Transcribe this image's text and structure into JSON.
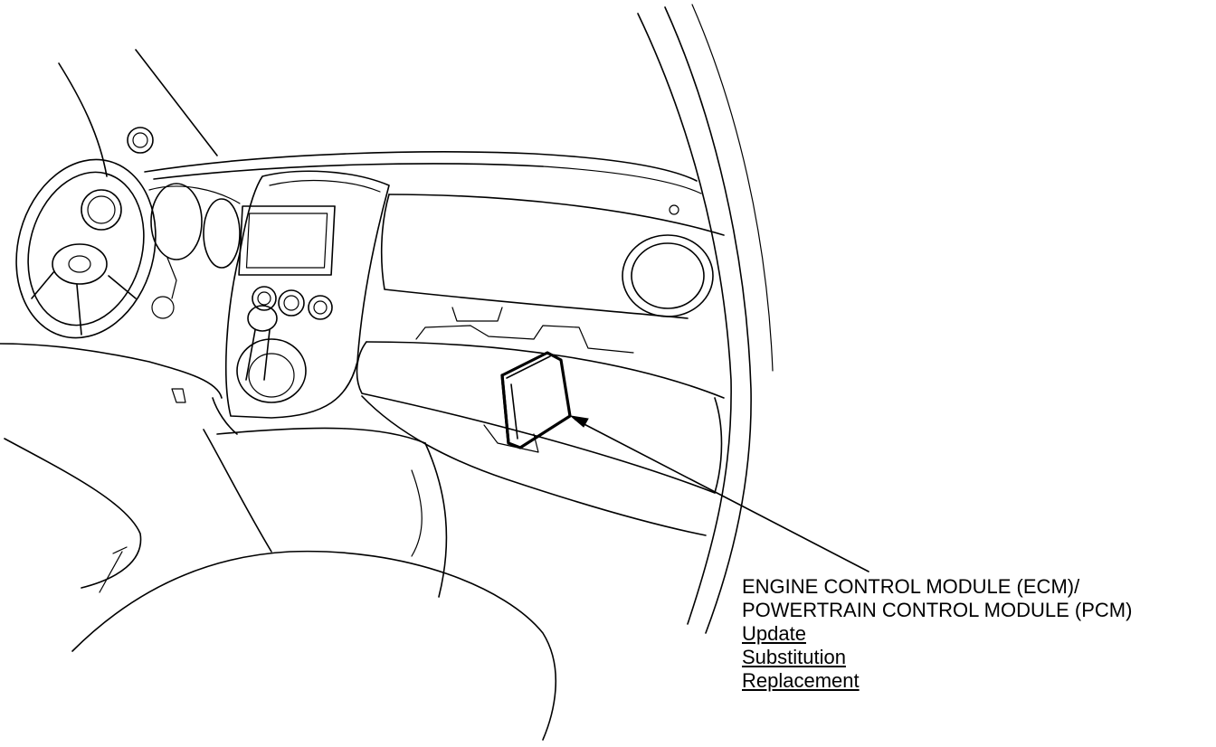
{
  "label": {
    "line1": "ENGINE CONTROL MODULE (ECM)/",
    "line2": "POWERTRAIN CONTROL MODULE (PCM)"
  },
  "links": [
    {
      "label": "Update"
    },
    {
      "label": "Substitution"
    },
    {
      "label": "Replacement"
    }
  ]
}
